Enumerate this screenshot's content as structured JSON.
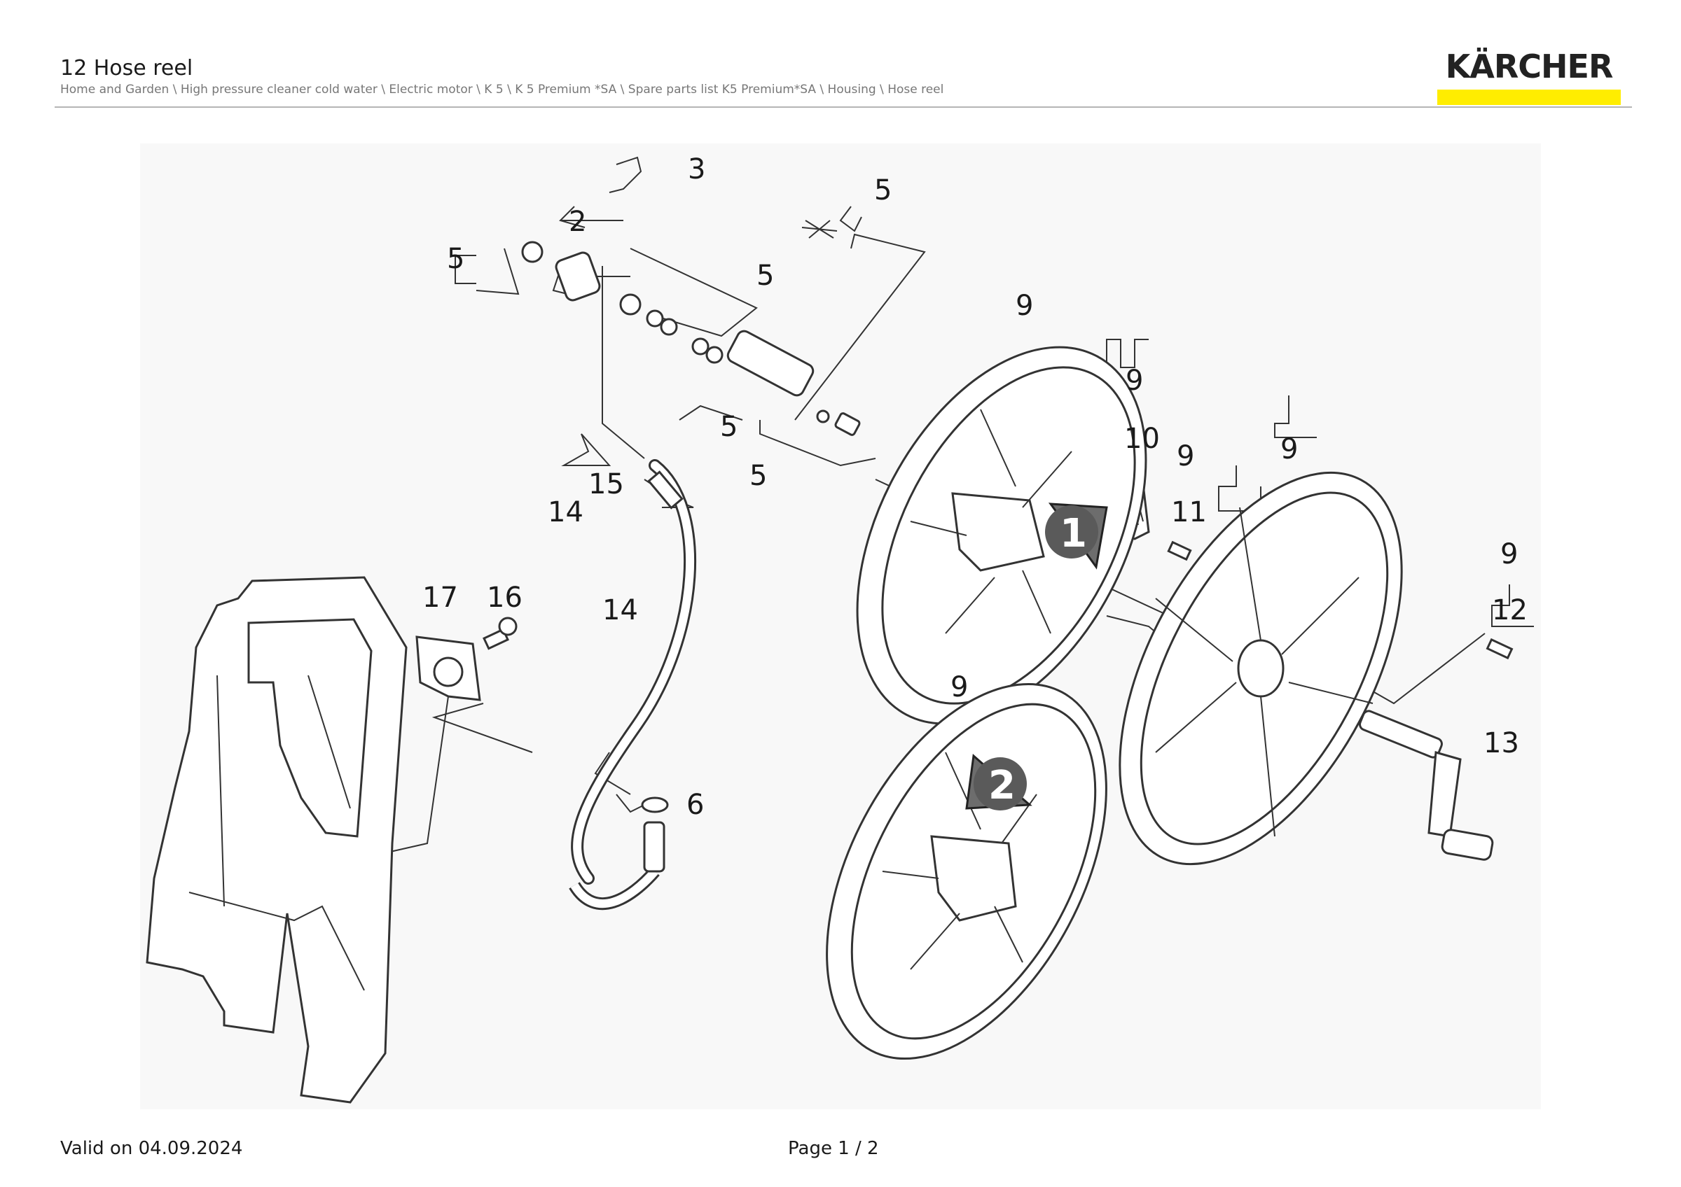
{
  "header": {
    "title": "12 Hose reel",
    "breadcrumb": "Home and Garden \\ High pressure cleaner cold water \\ Electric motor \\ K 5 \\ K 5 Premium *SA \\ Spare parts list K5 Premium*SA \\ Housing \\ Hose reel"
  },
  "brand": {
    "name": "KÄRCHER",
    "accent_color": "#ffed00"
  },
  "footer": {
    "valid": "Valid on 04.09.2024",
    "page": "Page 1 / 2"
  },
  "diagram": {
    "callouts": {
      "c1": "2",
      "c2": "3",
      "c3": "5",
      "c4": "5",
      "c5": "5",
      "c6": "5",
      "c7": "5",
      "c8": "9",
      "c9": "9",
      "c10": "10",
      "c11": "9",
      "c12": "11",
      "c13": "9",
      "c14": "9",
      "c15": "12",
      "c16": "13",
      "c17": "9",
      "c18": "15",
      "c19": "14",
      "c20": "14",
      "c21": "17",
      "c22": "16",
      "c23": "6"
    },
    "steps": [
      "1",
      "2"
    ]
  }
}
